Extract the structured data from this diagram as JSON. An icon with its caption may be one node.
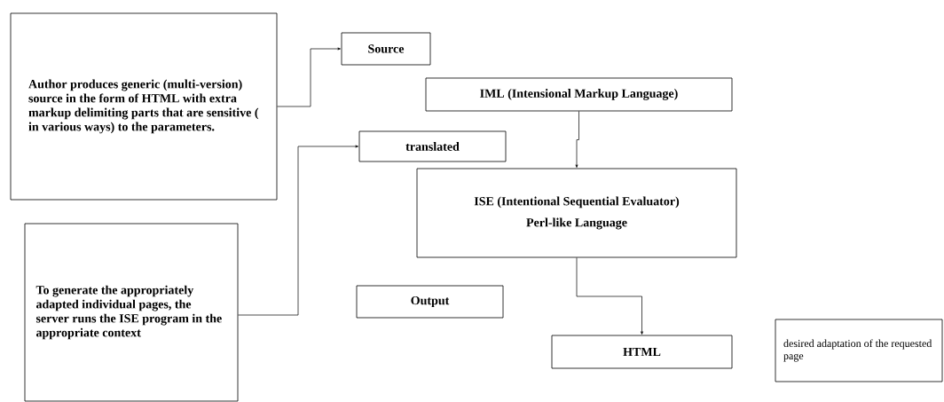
{
  "diagram": {
    "nodes": [
      {
        "text": [
          "Author produces generic (multi-version) source in the form of HTML with extra markup delimiting parts that are  sensitive ( in various ways) to the parameters."
        ]
      },
      {
        "text": [
          "Source"
        ]
      },
      {
        "text": [
          "IML (Intensional Markup Language)"
        ]
      },
      {
        "text": [
          "translated"
        ]
      },
      {
        "text": [
          "To generate the appropriately adapted individual pages, the server runs the ISE program in the appropriate context"
        ]
      },
      {
        "text": [
          "ISE (Intentional Sequential Evaluator)",
          "Perl-like Language"
        ]
      },
      {
        "text": [
          "Output"
        ]
      },
      {
        "text": [
          "HTML"
        ]
      },
      {
        "text": [
          "desired adaptation of the requested page"
        ]
      }
    ],
    "edges": [
      {
        "from": 0,
        "to": 1,
        "arrow": "to"
      },
      {
        "from": 4,
        "to": 3,
        "arrow": "to"
      },
      {
        "from": 2,
        "to": 5,
        "arrow": "to"
      },
      {
        "from": 5,
        "to": 7,
        "arrow": "to"
      }
    ]
  }
}
